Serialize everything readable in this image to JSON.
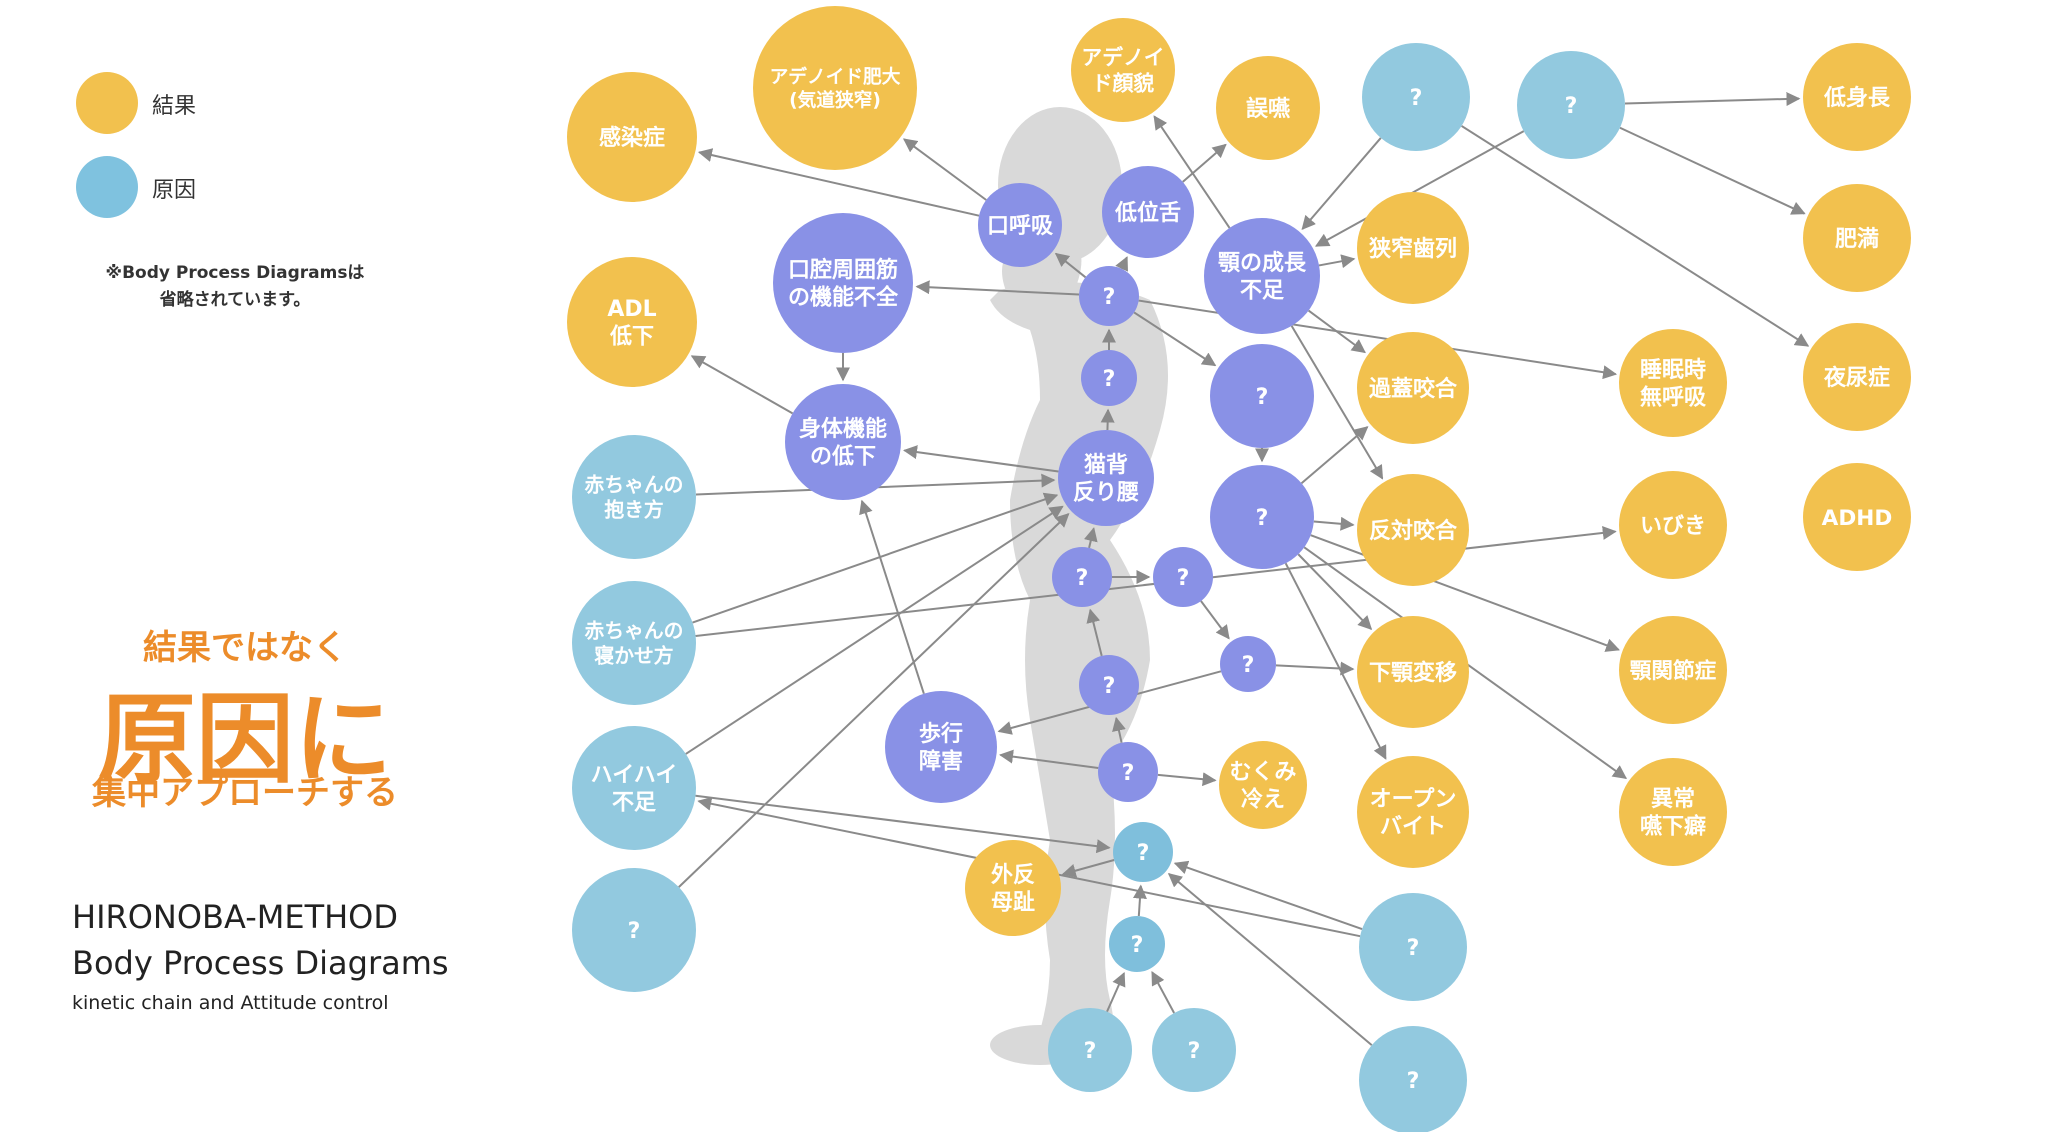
{
  "legend": {
    "result_label": "結果",
    "cause_label": "原因",
    "note_line1": "※Body Process Diagramsは",
    "note_line2": "省略されています。"
  },
  "slogan": {
    "line1": "結果ではなく",
    "line2": "原因に",
    "line3": "集中アプローチする"
  },
  "method": {
    "title": "HIRONOBA-METHOD",
    "subtitle": "Body Process Diagrams",
    "caption": "kinetic chain and Attitude control"
  },
  "colors": {
    "result": "#f2c14e",
    "cause": "#92c9df",
    "process": "#8991e6",
    "process_light": "#7fbfdc",
    "accent": "#ec8c2a",
    "arrow": "#8a8a8a",
    "silhouette": "#d9d9d9"
  },
  "nodes": [
    {
      "id": "adenoid_hypertrophy",
      "type": "result",
      "lines": [
        "アデノイド肥大",
        "(気道狭窄)"
      ]
    },
    {
      "id": "adenoid_face",
      "type": "result",
      "lines": [
        "アデノイ",
        "ド顔貌"
      ]
    },
    {
      "id": "aspiration",
      "type": "result",
      "lines": [
        "誤嚥"
      ]
    },
    {
      "id": "infection",
      "type": "result",
      "lines": [
        "感染症"
      ]
    },
    {
      "id": "adl_decline",
      "type": "result",
      "lines": [
        "ADL",
        "低下"
      ]
    },
    {
      "id": "narrow_dentition",
      "type": "result",
      "lines": [
        "狭窄歯列"
      ]
    },
    {
      "id": "overbite",
      "type": "result",
      "lines": [
        "過蓋咬合"
      ]
    },
    {
      "id": "crossbite",
      "type": "result",
      "lines": [
        "反対咬合"
      ]
    },
    {
      "id": "mandible_displacement",
      "type": "result",
      "lines": [
        "下顎変移"
      ]
    },
    {
      "id": "open_bite",
      "type": "result",
      "lines": [
        "オープン",
        "バイト"
      ]
    },
    {
      "id": "sleep_apnea",
      "type": "result",
      "lines": [
        "睡眠時",
        "無呼吸"
      ]
    },
    {
      "id": "snoring",
      "type": "result",
      "lines": [
        "いびき"
      ]
    },
    {
      "id": "tmj",
      "type": "result",
      "lines": [
        "顎関節症"
      ]
    },
    {
      "id": "bruxism",
      "type": "result",
      "lines": [
        "異常",
        "嚥下癖"
      ]
    },
    {
      "id": "short_stature",
      "type": "result",
      "lines": [
        "低身長"
      ]
    },
    {
      "id": "obesity",
      "type": "result",
      "lines": [
        "肥満"
      ]
    },
    {
      "id": "bedwetting",
      "type": "result",
      "lines": [
        "夜尿症"
      ]
    },
    {
      "id": "adhd",
      "type": "result",
      "lines": [
        "ADHD"
      ]
    },
    {
      "id": "swelling",
      "type": "result",
      "lines": [
        "むくみ",
        "冷え"
      ]
    },
    {
      "id": "hallux_valgus",
      "type": "result",
      "lines": [
        "外反",
        "母趾"
      ]
    },
    {
      "id": "cause_top1",
      "type": "cause",
      "lines": [
        "?"
      ]
    },
    {
      "id": "cause_top2",
      "type": "cause",
      "lines": [
        "?"
      ]
    },
    {
      "id": "baby_holding",
      "type": "cause",
      "lines": [
        "赤ちゃんの",
        "抱き方"
      ]
    },
    {
      "id": "baby_sleeping",
      "type": "cause",
      "lines": [
        "赤ちゃんの",
        "寝かせ方"
      ]
    },
    {
      "id": "crawling",
      "type": "cause",
      "lines": [
        "ハイハイ",
        "不足"
      ]
    },
    {
      "id": "cause_left",
      "type": "cause",
      "lines": [
        "?"
      ]
    },
    {
      "id": "cause_right1",
      "type": "cause",
      "lines": [
        "?"
      ]
    },
    {
      "id": "cause_right2",
      "type": "cause",
      "lines": [
        "?"
      ]
    },
    {
      "id": "cause_foot1",
      "type": "cause",
      "lines": [
        "?"
      ]
    },
    {
      "id": "cause_foot2",
      "type": "cause",
      "lines": [
        "?"
      ]
    },
    {
      "id": "mouth_breathing",
      "type": "process",
      "lines": [
        "口呼吸"
      ]
    },
    {
      "id": "low_tongue",
      "type": "process",
      "lines": [
        "低位舌"
      ]
    },
    {
      "id": "jaw_growth",
      "type": "process",
      "lines": [
        "顎の成長",
        "不足"
      ]
    },
    {
      "id": "oral_muscle",
      "type": "process",
      "lines": [
        "口腔周囲筋",
        "の機能不全"
      ]
    },
    {
      "id": "body_decline",
      "type": "process",
      "lines": [
        "身体機能",
        "の低下"
      ]
    },
    {
      "id": "hunchback",
      "type": "process",
      "lines": [
        "猫背",
        "反り腰"
      ]
    },
    {
      "id": "gait",
      "type": "process",
      "lines": [
        "歩行",
        "障害"
      ]
    },
    {
      "id": "q_neck",
      "type": "process",
      "lines": [
        "?"
      ]
    },
    {
      "id": "q_chest",
      "type": "process",
      "lines": [
        "?"
      ]
    },
    {
      "id": "q_back",
      "type": "process",
      "lines": [
        "?"
      ]
    },
    {
      "id": "q_mid",
      "type": "process",
      "lines": [
        "?"
      ]
    },
    {
      "id": "q_hip_l",
      "type": "process",
      "lines": [
        "?"
      ]
    },
    {
      "id": "q_hip_r",
      "type": "process",
      "lines": [
        "?"
      ]
    },
    {
      "id": "q_thigh_r",
      "type": "process",
      "lines": [
        "?"
      ]
    },
    {
      "id": "q_thigh",
      "type": "process",
      "lines": [
        "?"
      ]
    },
    {
      "id": "q_knee",
      "type": "process",
      "lines": [
        "?"
      ]
    },
    {
      "id": "q_shin",
      "type": "process_light",
      "lines": [
        "?"
      ]
    },
    {
      "id": "q_ankle",
      "type": "process_light",
      "lines": [
        "?"
      ]
    }
  ]
}
